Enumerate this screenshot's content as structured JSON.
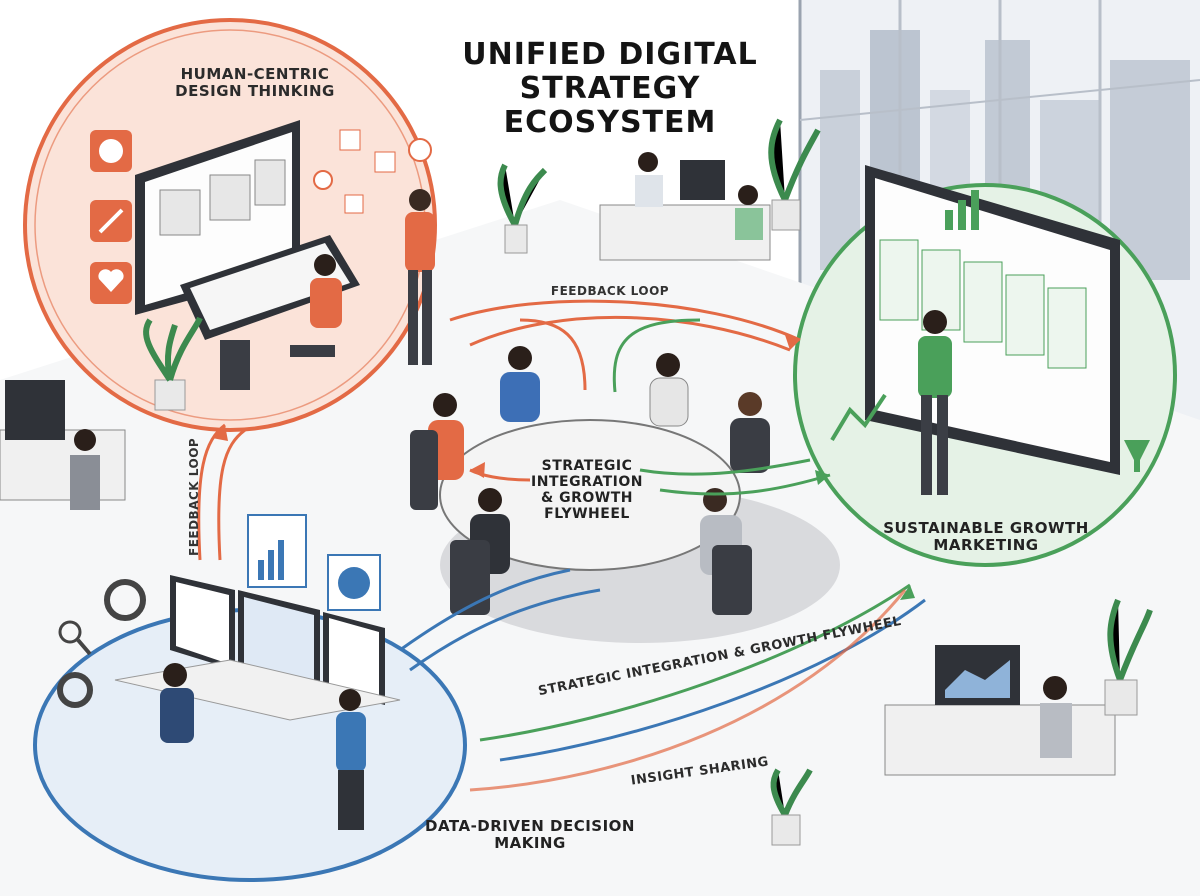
{
  "title": "UNIFIED DIGITAL STRATEGY ECOSYSTEM",
  "zones": {
    "human_centric": "HUMAN-CENTRIC DESIGN THINKING",
    "center": "STRATEGIC INTEGRATION & GROWTH FLYWHEEL",
    "sustainable_growth": "SUSTAINABLE GROWTH MARKETING",
    "data_driven": "DATA-DRIVEN DECISION MAKING"
  },
  "flows": {
    "feedback_top": "FEEDBACK LOOP",
    "feedback_side": "FEEDBACK LOOP",
    "flywheel_curve": "STRATEGIC INTEGRATION & GROWTH FLYWHEEL",
    "insight_sharing": "INSIGHT SHARING"
  },
  "colors": {
    "human_centric": "#e36a45",
    "sustainable_growth": "#4aa05a",
    "data_driven": "#3b77b5"
  }
}
